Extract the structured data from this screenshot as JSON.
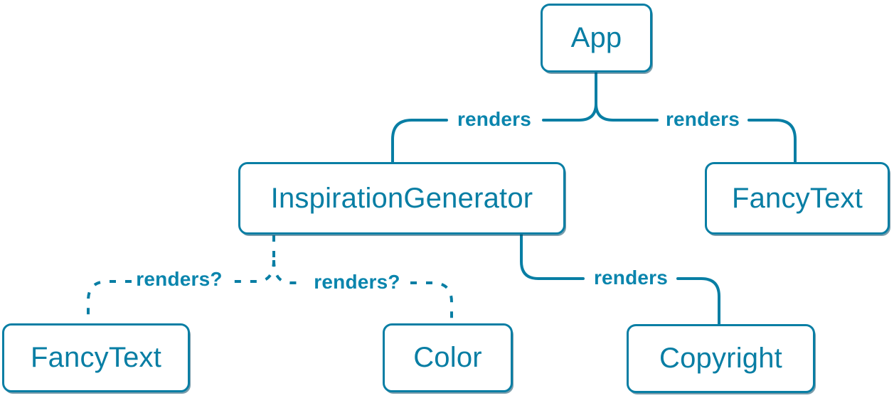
{
  "diagram": {
    "type": "component-tree",
    "colors": {
      "accent": "#087ea4",
      "edge_label": "#0a85ad",
      "node_background": "#ffffff",
      "node_shadow": "rgba(12,74,102,0.55)",
      "background": "#ffffff"
    },
    "nodes": [
      {
        "id": "app",
        "label": "App"
      },
      {
        "id": "inspiration-generator",
        "label": "InspirationGenerator"
      },
      {
        "id": "fancy-text-top",
        "label": "FancyText"
      },
      {
        "id": "fancy-text-bottom",
        "label": "FancyText"
      },
      {
        "id": "color",
        "label": "Color"
      },
      {
        "id": "copyright",
        "label": "Copyright"
      }
    ],
    "edges": [
      {
        "from": "App",
        "to": "InspirationGenerator",
        "label": "renders",
        "style": "solid"
      },
      {
        "from": "App",
        "to": "FancyText",
        "label": "renders",
        "style": "solid"
      },
      {
        "from": "InspirationGenerator",
        "to": "FancyText",
        "label": "renders?",
        "style": "dashed"
      },
      {
        "from": "InspirationGenerator",
        "to": "Color",
        "label": "renders?",
        "style": "dashed"
      },
      {
        "from": "InspirationGenerator",
        "to": "Copyright",
        "label": "renders",
        "style": "solid"
      }
    ]
  }
}
